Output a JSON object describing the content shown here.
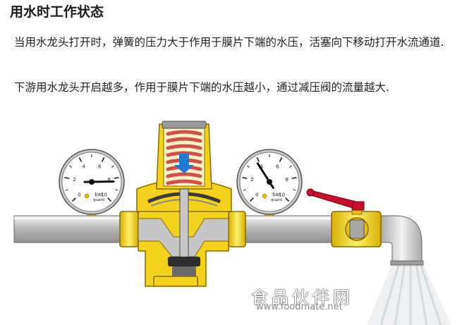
{
  "heading": "用水时工作状态",
  "paragraphs": [
    "当用水龙头打开时，弹簧的压力大于作用于膜片下端的水压，活塞向下移动打开水流通道.",
    "下游用水龙头开启越多，作用于膜片下端的水压越小，通过减压阀的流量越大."
  ],
  "diagram": {
    "left_gauge": {
      "unit": "bar",
      "brand": "quard",
      "scale": [
        "0",
        "2",
        "4",
        "6",
        "8",
        "10"
      ],
      "reading": 8.3
    },
    "right_gauge": {
      "unit": "bar",
      "brand": "quard",
      "scale": [
        "0",
        "2",
        "4",
        "6",
        "8",
        "10"
      ],
      "reading": 3.8
    }
  },
  "watermark": {
    "name": "食品伙伴网",
    "url": "www.foodmate.net"
  },
  "colors": {
    "brass": "#f2d21a",
    "brass_dark": "#8a6a00",
    "pipe": "#bdbdbd",
    "spring": "#d94b4b",
    "arrow": "#1f7bd6",
    "handle": "#c8102e",
    "spray": "#dfe3e6"
  }
}
